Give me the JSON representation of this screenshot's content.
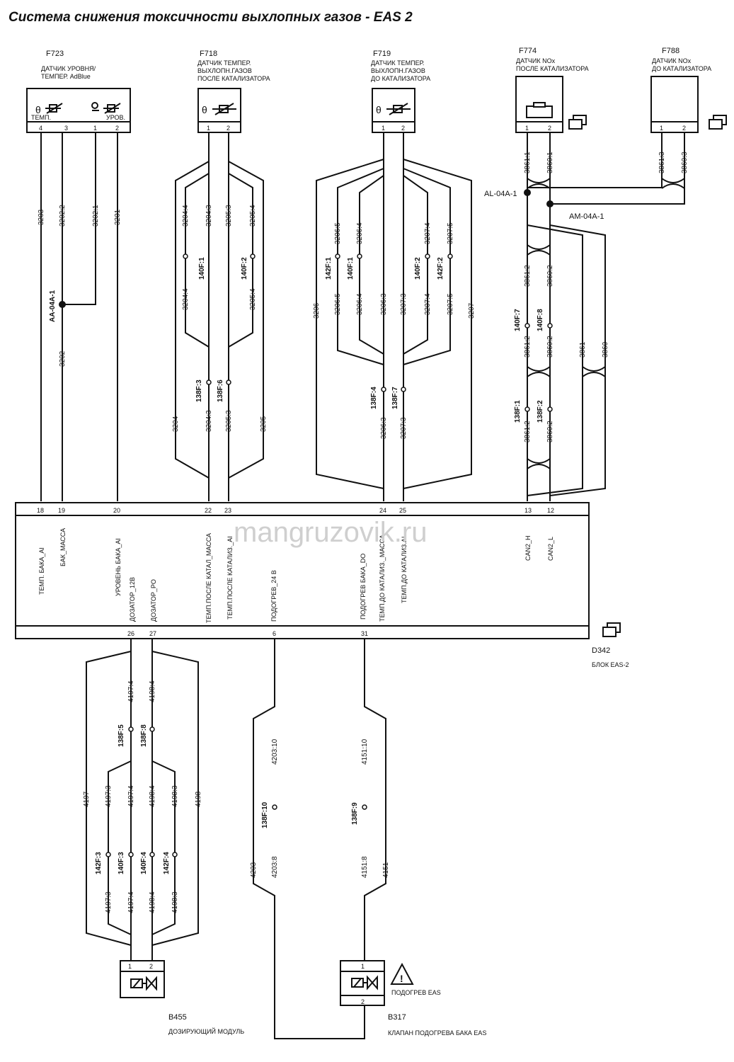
{
  "title": "Система снижения токсичности выхлопных газов - EAS 2",
  "watermark": "mangruzovik.ru",
  "components": {
    "f723": {
      "code": "F723",
      "desc1": "ДАТЧИК УРОВНЯ/",
      "desc2": "ТЕМПЕР. AdBlue",
      "lbl_temp": "ТЕМП.",
      "lbl_level": "УРОВ.",
      "pins": [
        "4",
        "3",
        "1",
        "2"
      ]
    },
    "f718": {
      "code": "F718",
      "desc1": "ДАТЧИК ТЕМПЕР.",
      "desc2": "ВЫХЛОПН.ГАЗОВ",
      "desc3": "ПОСЛЕ КАТАЛИЗАТОРА",
      "pins": [
        "1",
        "2"
      ]
    },
    "f719": {
      "code": "F719",
      "desc1": "ДАТЧИК ТЕМПЕР.",
      "desc2": "ВЫХЛОПН.ГАЗОВ",
      "desc3": "ДО КАТАЛИЗАТОРА",
      "pins": [
        "1",
        "2"
      ]
    },
    "f774": {
      "code": "F774",
      "desc1": "ДАТЧИК NOx",
      "desc2": "ПОСЛЕ КАТАЛИЗАТОРА",
      "pins": [
        "1",
        "2"
      ]
    },
    "f788": {
      "code": "F788",
      "desc1": "ДАТЧИК NOx",
      "desc2": "ДО КАТАЛИЗАТОРА",
      "pins": [
        "1",
        "2"
      ]
    },
    "d342": {
      "code": "D342",
      "desc": "БЛОК EAS-2"
    },
    "b455": {
      "code": "B455",
      "desc": "ДОЗИРУЮЩИЙ МОДУЛЬ",
      "pins": [
        "1",
        "2"
      ]
    },
    "b317": {
      "code": "B317",
      "desc": "КЛАПАН ПОДОГРЕВА БАКА EAS",
      "pins": [
        "1",
        "2"
      ],
      "warning": "ПОДОГРЕВ EAS"
    }
  },
  "ecu_pins_top": [
    "18",
    "19",
    "20",
    "22",
    "23",
    "24",
    "25",
    "13",
    "12"
  ],
  "ecu_signals_top": [
    "ТЕМП. БАКА_AI",
    "БАК_МАССА",
    "УРОВЕНЬ БАКА_AI",
    "ТЕМП.ПОСЛЕ КАТАЛ_МАССА",
    "ТЕМП.ПОСЛЕ КАТАЛИЗ._AI",
    "ПОДОГРЕВ БАКА_DO",
    "ТЕМП.ДО КАТАЛИЗ._МАССА",
    "ТЕМП.ДО КАТАЛИЗ.AI",
    "CAN2_H",
    "CAN2_L"
  ],
  "ecu_signals_bottom": [
    "ДОЗАТОР_12В",
    "ДОЗАТОР_PO",
    "ПОДОГРЕВ_24 В"
  ],
  "ecu_pins_bottom": [
    "26",
    "27",
    "6",
    "31"
  ],
  "splices": [
    "AA-04A-1",
    "AL-04A-1",
    "AM-04A-1"
  ],
  "wires": {
    "f723": [
      "3203",
      "3202:2",
      "3202:1",
      "3201",
      "3202"
    ],
    "f718": [
      "3204:4",
      "3204:3",
      "3205:3",
      "3205:4",
      "3204",
      "3205",
      "3204:3",
      "3205:3"
    ],
    "f719": [
      "3206:5",
      "3206:4",
      "3207:4",
      "3207:5",
      "3206:3",
      "3207:3",
      "3206",
      "3207"
    ],
    "can": [
      "3861:1",
      "3860:1",
      "3861:3",
      "3860:3",
      "3861:2",
      "3860:2",
      "3861",
      "3860"
    ],
    "b455": [
      "4197:4",
      "4198:4",
      "4197",
      "4198",
      "4197:3",
      "4198:3"
    ],
    "b317": [
      "4203:10",
      "4203:8",
      "4203",
      "4151:10",
      "4151:8",
      "4151"
    ]
  },
  "connectors": [
    "140F:1",
    "140F:2",
    "138F:3",
    "138F:6",
    "142F:1",
    "140F:1",
    "140F:2",
    "142F:2",
    "138F:4",
    "138F:7",
    "140F:7",
    "140F:8",
    "138F:1",
    "138F:2",
    "138F:5",
    "138F:8",
    "142F:3",
    "140F:3",
    "140F:4",
    "142F:4",
    "138F:10",
    "138F:9"
  ]
}
